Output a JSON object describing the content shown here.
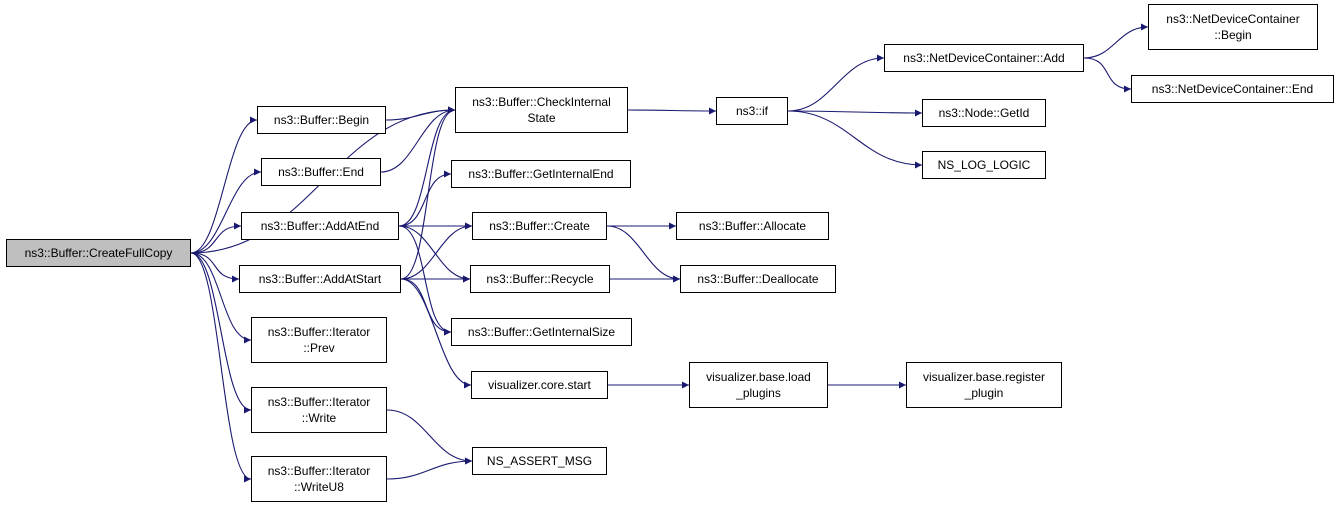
{
  "graph": {
    "root": "create_full_copy",
    "edge_color": "#191970",
    "nodes": {
      "create_full_copy": {
        "lines": [
          "ns3::Buffer::CreateFullCopy"
        ],
        "highlight": true
      },
      "begin": {
        "lines": [
          "ns3::Buffer::Begin"
        ]
      },
      "end": {
        "lines": [
          "ns3::Buffer::End"
        ]
      },
      "add_at_end": {
        "lines": [
          "ns3::Buffer::AddAtEnd"
        ]
      },
      "add_at_start": {
        "lines": [
          "ns3::Buffer::AddAtStart"
        ]
      },
      "iterator_prev": {
        "lines": [
          "ns3::Buffer::Iterator",
          "::Prev"
        ]
      },
      "iterator_write": {
        "lines": [
          "ns3::Buffer::Iterator",
          "::Write"
        ]
      },
      "iterator_write_u8": {
        "lines": [
          "ns3::Buffer::Iterator",
          "::WriteU8"
        ]
      },
      "check_internal_state": {
        "lines": [
          "ns3::Buffer::CheckInternal",
          "State"
        ]
      },
      "get_internal_end": {
        "lines": [
          "ns3::Buffer::GetInternalEnd"
        ]
      },
      "create": {
        "lines": [
          "ns3::Buffer::Create"
        ]
      },
      "recycle": {
        "lines": [
          "ns3::Buffer::Recycle"
        ]
      },
      "get_internal_size": {
        "lines": [
          "ns3::Buffer::GetInternalSize"
        ]
      },
      "core_start": {
        "lines": [
          "visualizer.core.start"
        ]
      },
      "assert_msg": {
        "lines": [
          "NS_ASSERT_MSG"
        ]
      },
      "ns3_if": {
        "lines": [
          "ns3::if"
        ]
      },
      "allocate": {
        "lines": [
          "ns3::Buffer::Allocate"
        ]
      },
      "deallocate": {
        "lines": [
          "ns3::Buffer::Deallocate"
        ]
      },
      "load_plugins": {
        "lines": [
          "visualizer.base.load",
          "_plugins"
        ]
      },
      "register_plugin": {
        "lines": [
          "visualizer.base.register",
          "_plugin"
        ]
      },
      "ndc_add": {
        "lines": [
          "ns3::NetDeviceContainer::Add"
        ]
      },
      "node_get_id": {
        "lines": [
          "ns3::Node::GetId"
        ]
      },
      "log_logic": {
        "lines": [
          "NS_LOG_LOGIC"
        ]
      },
      "ndc_begin": {
        "lines": [
          "ns3::NetDeviceContainer",
          "::Begin"
        ]
      },
      "ndc_end": {
        "lines": [
          "ns3::NetDeviceContainer::End"
        ]
      }
    },
    "edges": [
      [
        "create_full_copy",
        "check_internal_state"
      ],
      [
        "create_full_copy",
        "begin"
      ],
      [
        "create_full_copy",
        "end"
      ],
      [
        "create_full_copy",
        "add_at_end"
      ],
      [
        "create_full_copy",
        "add_at_start"
      ],
      [
        "create_full_copy",
        "iterator_prev"
      ],
      [
        "create_full_copy",
        "iterator_write"
      ],
      [
        "create_full_copy",
        "iterator_write_u8"
      ],
      [
        "begin",
        "check_internal_state"
      ],
      [
        "end",
        "check_internal_state"
      ],
      [
        "add_at_end",
        "check_internal_state"
      ],
      [
        "add_at_end",
        "get_internal_end"
      ],
      [
        "add_at_end",
        "create"
      ],
      [
        "add_at_end",
        "recycle"
      ],
      [
        "add_at_end",
        "get_internal_size"
      ],
      [
        "add_at_start",
        "check_internal_state"
      ],
      [
        "add_at_start",
        "create"
      ],
      [
        "add_at_start",
        "recycle"
      ],
      [
        "add_at_start",
        "get_internal_size"
      ],
      [
        "add_at_start",
        "core_start"
      ],
      [
        "iterator_write",
        "assert_msg"
      ],
      [
        "iterator_write_u8",
        "assert_msg"
      ],
      [
        "check_internal_state",
        "ns3_if"
      ],
      [
        "create",
        "allocate"
      ],
      [
        "create",
        "deallocate"
      ],
      [
        "recycle",
        "deallocate"
      ],
      [
        "core_start",
        "load_plugins"
      ],
      [
        "load_plugins",
        "register_plugin"
      ],
      [
        "ns3_if",
        "ndc_add"
      ],
      [
        "ns3_if",
        "node_get_id"
      ],
      [
        "ns3_if",
        "log_logic"
      ],
      [
        "ndc_add",
        "ndc_begin"
      ],
      [
        "ndc_add",
        "ndc_end"
      ]
    ]
  }
}
